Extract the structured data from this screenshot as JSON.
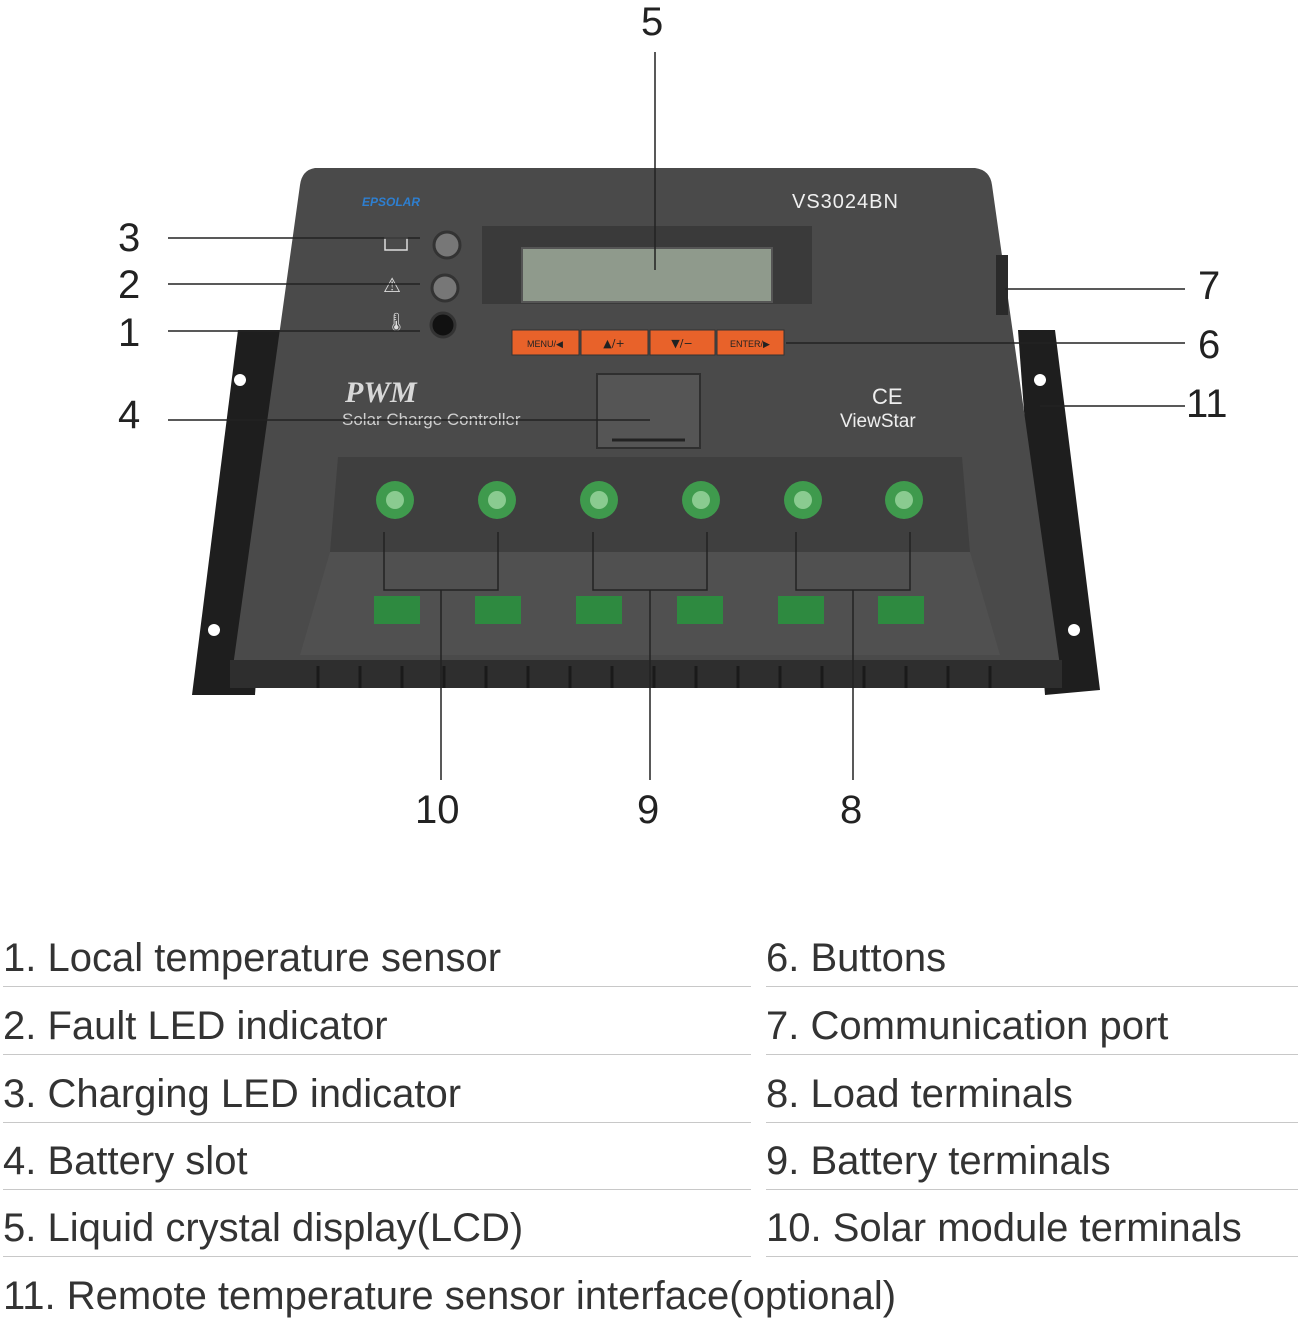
{
  "device": {
    "brand_logo": "EPSOLAR",
    "model": "VS3024BN",
    "series_logo": "PWM",
    "subtitle": "Solar Charge Controller",
    "ce_mark": "CE",
    "product_line": "ViewStar",
    "buttons": [
      "MENU/◀",
      "▲/+",
      "▼/−",
      "ENTER/▶"
    ],
    "colors": {
      "body": "#4a4a4a",
      "button": "#e8622a",
      "terminal": "#3f9a4d",
      "lcd": "#8f9a8c"
    }
  },
  "callouts": {
    "n1": "1",
    "n2": "2",
    "n3": "3",
    "n4": "4",
    "n5": "5",
    "n6": "6",
    "n7": "7",
    "n8": "8",
    "n9": "9",
    "n10": "10",
    "n11": "11"
  },
  "legend": {
    "left": [
      "1. Local temperature sensor",
      "2. Fault LED indicator",
      "3. Charging LED indicator",
      "4. Battery slot",
      "5. Liquid crystal display(LCD)"
    ],
    "right": [
      "6. Buttons",
      "7. Communication port",
      "8. Load terminals",
      "9. Battery terminals",
      "10. Solar module terminals"
    ],
    "full": "11. Remote temperature sensor interface(optional)"
  }
}
